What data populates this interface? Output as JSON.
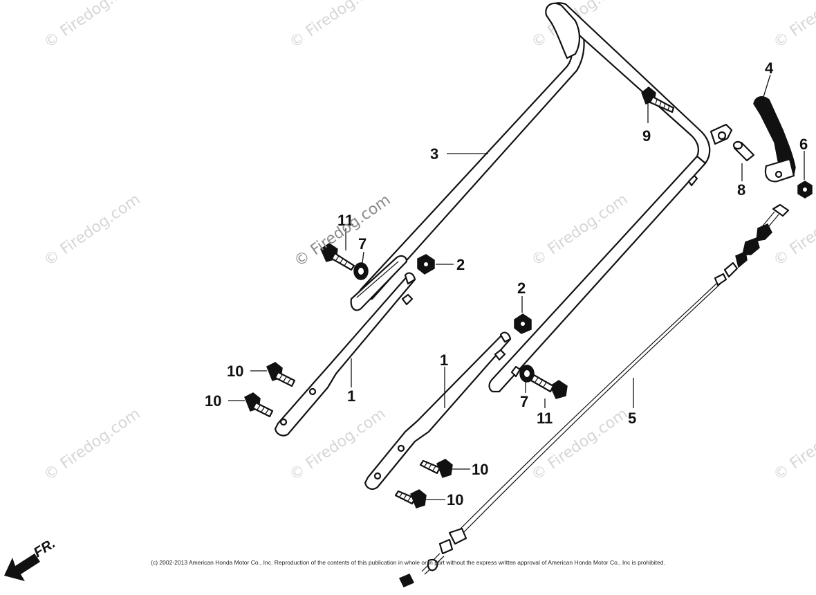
{
  "watermark": {
    "text": "© Firedog.com"
  },
  "direction_indicator": {
    "label": "FR."
  },
  "callouts": {
    "c1a": "1",
    "c1b": "1",
    "c2a": "2",
    "c2b": "2",
    "c3": "3",
    "c4": "4",
    "c5": "5",
    "c6": "6",
    "c7a": "7",
    "c7b": "7",
    "c8": "8",
    "c9": "9",
    "c10a": "10",
    "c10b": "10",
    "c10c": "10",
    "c10d": "10",
    "c11a": "11",
    "c11b": "11"
  },
  "copyright": "(c) 2002-2013 American Honda Motor Co., Inc. Reproduction of the contents of this publication in whole or in part without the express written approval of American Honda Motor Co., Inc is prohibited."
}
